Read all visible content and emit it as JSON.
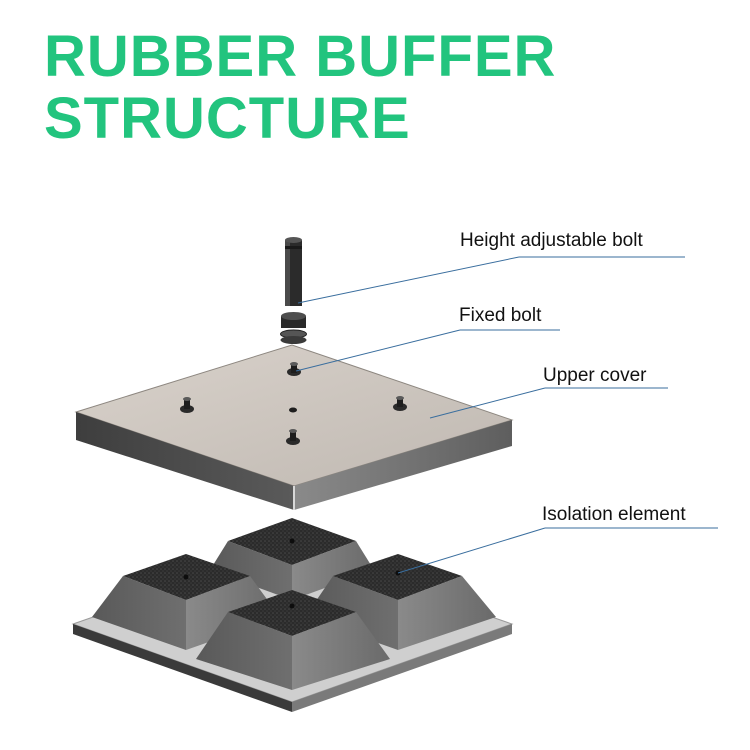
{
  "title": {
    "line1": "RUBBER BUFFER",
    "line2": "STRUCTURE",
    "color": "#22c47e"
  },
  "labels": {
    "height_bolt": "Height adjustable bolt",
    "fixed_bolt": "Fixed bolt",
    "upper_cover": "Upper cover",
    "isolation_element": "Isolation element"
  },
  "colors": {
    "leader_line": "#3a6e9e",
    "cover_top": "#cfc8c1",
    "cover_side": "#505050",
    "rubber_top": "#2e2e2e",
    "rubber_side": "#6c6c6c",
    "base_plate": "#bdbdbd"
  }
}
